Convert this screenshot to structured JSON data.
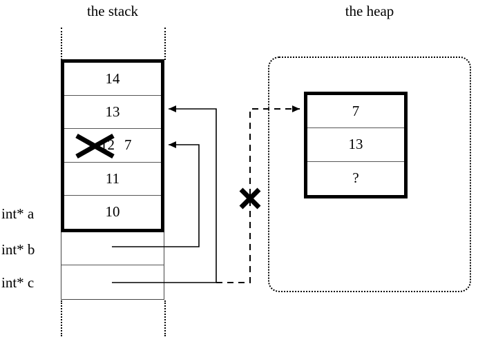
{
  "diagram": {
    "stack": {
      "title": "the stack",
      "cells": [
        {
          "value": "14",
          "struck": false
        },
        {
          "value": "13",
          "struck": false
        },
        {
          "value": "12",
          "struck": true,
          "new_value": "7"
        },
        {
          "value": "11",
          "struck": false
        },
        {
          "value": "10",
          "struck": false
        }
      ],
      "pointer_cells": [
        {
          "label": "int* b",
          "value": ""
        },
        {
          "label": "int* c",
          "value": ""
        }
      ],
      "variables": [
        {
          "name": "int* a"
        },
        {
          "name": "int* b"
        },
        {
          "name": "int* c"
        }
      ]
    },
    "heap": {
      "title": "the heap",
      "cells": [
        {
          "value": "7"
        },
        {
          "value": "13"
        },
        {
          "value": "?"
        }
      ]
    },
    "annotations": {
      "strikeout_cell_mark": "x-strike-mark",
      "broken_link_mark": "x-cross-mark"
    },
    "colors": {
      "ink": "#000000",
      "background": "#ffffff",
      "thin_rule": "#555555"
    }
  }
}
